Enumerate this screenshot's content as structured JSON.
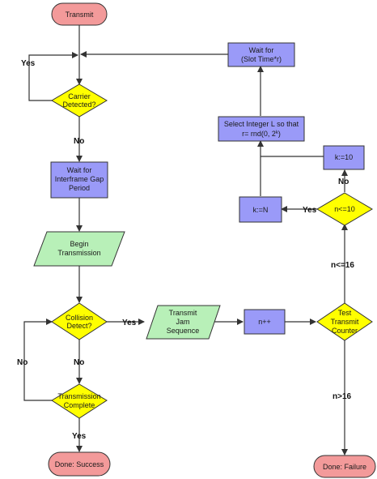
{
  "nodes": {
    "transmit": "Transmit",
    "carrier": [
      "Carrier",
      "Detected?"
    ],
    "wait_gap": [
      "Wait for",
      "Interframe Gap",
      "Period"
    ],
    "begin": [
      "Begin",
      "Transmission"
    ],
    "collision": [
      "Collision",
      "Detect?"
    ],
    "complete": [
      "Transmission",
      "Complete"
    ],
    "success": "Done: Success",
    "jam": [
      "Transmit",
      "Jam",
      "Sequence"
    ],
    "ninc": "n++",
    "test": [
      "Test",
      "Transmit",
      "Counter"
    ],
    "failure": "Done: Failure",
    "nle10": "n<=10",
    "kn": "k:=N",
    "k10": "k:=10",
    "select": [
      "Select Integer L so that",
      "r= rnd(0, 2",
      "k",
      ")"
    ],
    "wait_slot": [
      "Wait for",
      "(Slot Time*r)"
    ]
  },
  "labels": {
    "yes_carrier": "Yes",
    "no_carrier": "No",
    "yes_collision": "Yes",
    "no_collision": "No",
    "no_loop": "No",
    "yes_complete": "Yes",
    "yes_nle10": "Yes",
    "no_nle10": "No",
    "nle16": "n<=16",
    "ngt16": "n>16"
  },
  "colors": {
    "process": "#9a9af8",
    "io": "#b8f0b8",
    "decision": "#ffff00",
    "terminal": "#f39a9a"
  }
}
